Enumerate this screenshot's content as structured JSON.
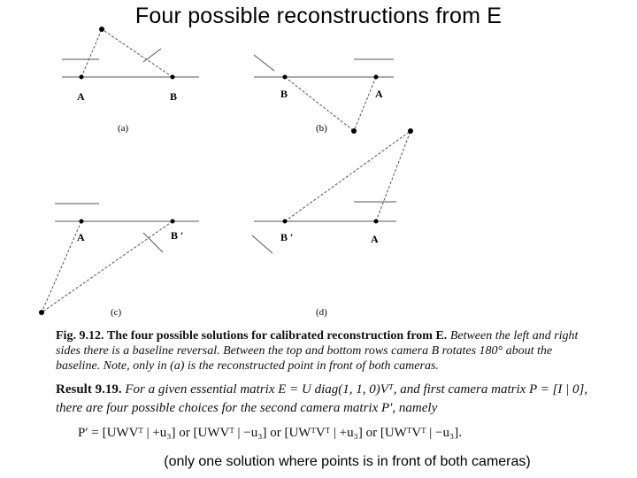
{
  "title": "Four possible reconstructions from E",
  "figure": {
    "panels": [
      {
        "caption": "(a)",
        "left_camera": "A",
        "right_camera": "B"
      },
      {
        "caption": "(b)",
        "left_camera": "B",
        "right_camera": "A"
      },
      {
        "caption": "(c)",
        "left_camera": "A",
        "right_camera": "B ′"
      },
      {
        "caption": "(d)",
        "left_camera": "B ′",
        "right_camera": "A"
      }
    ]
  },
  "caption": {
    "label": "Fig. 9.12.",
    "heading": "The four possible solutions for calibrated reconstruction from E.",
    "body": "Between the left and right sides there is a baseline reversal. Between the top and bottom rows camera B rotates 180° about the baseline. Note, only in (a) is the reconstructed point in front of both cameras."
  },
  "result": {
    "label": "Result 9.19.",
    "text": "For a given essential matrix E = U diag(1, 1, 0)Vᵀ, and first camera matrix P = [I | 0], there are four possible choices for the second camera matrix P′, namely",
    "choices": "P′ = [UWVᵀ | +u₃]  or  [UWVᵀ | −u₃]  or  [UWᵀVᵀ | +u₃]  or  [UWᵀVᵀ | −u₃]."
  },
  "note": "(only one solution where points is in front of both cameras)"
}
